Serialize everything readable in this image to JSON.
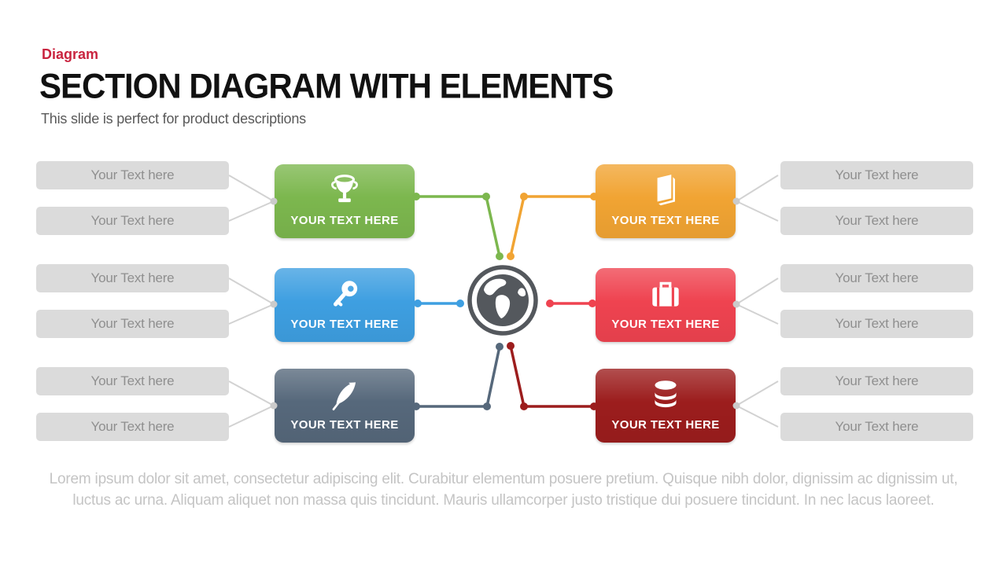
{
  "slide": {
    "tag": "Diagram",
    "title": "SECTION DIAGRAM WITH ELEMENTS",
    "subtitle": "This slide is perfect for product descriptions"
  },
  "boxes": [
    {
      "icon": "trophy",
      "label": "YOUR TEXT HERE",
      "color": "green"
    },
    {
      "icon": "book",
      "label": "YOUR TEXT HERE",
      "color": "orange"
    },
    {
      "icon": "key",
      "label": "YOUR TEXT HERE",
      "color": "blue"
    },
    {
      "icon": "briefcase",
      "label": "YOUR TEXT HERE",
      "color": "red"
    },
    {
      "icon": "feather",
      "label": "YOUR TEXT HERE",
      "color": "slate"
    },
    {
      "icon": "database",
      "label": "YOUR TEXT HERE",
      "color": "darkred"
    }
  ],
  "side_labels": {
    "left": [
      "Your Text here",
      "Your Text here",
      "Your Text here",
      "Your Text here",
      "Your Text here",
      "Your Text here"
    ],
    "right": [
      "Your Text here",
      "Your Text here",
      "Your Text here",
      "Your Text here",
      "Your Text here",
      "Your Text here"
    ]
  },
  "footer": {
    "line1": "Lorem ipsum dolor sit amet, consectetur adipiscing elit. Curabitur elementum posuere pretium. Quisque nibh dolor, dignissim ac dignissim ut,",
    "line2": "luctus ac urna. Aliquam aliquet non massa quis tincidunt. Mauris ullamcorper justo tristique dui posuere tincidunt. In nec lacus laoreet."
  },
  "colors": {
    "green": "#7CB74E",
    "orange": "#F1A433",
    "blue": "#3E9FE1",
    "red": "#EF4350",
    "slate": "#56687B",
    "darkred": "#9C1D1D",
    "globe": "#54585D",
    "tag": "#C9243F",
    "title": "#111111",
    "subtitle": "#595959",
    "label_bg": "#DBDBDB",
    "label_text": "#8F8F8F",
    "connector_gray": "#D2D2D2",
    "footer_text": "#C4C4C4"
  }
}
